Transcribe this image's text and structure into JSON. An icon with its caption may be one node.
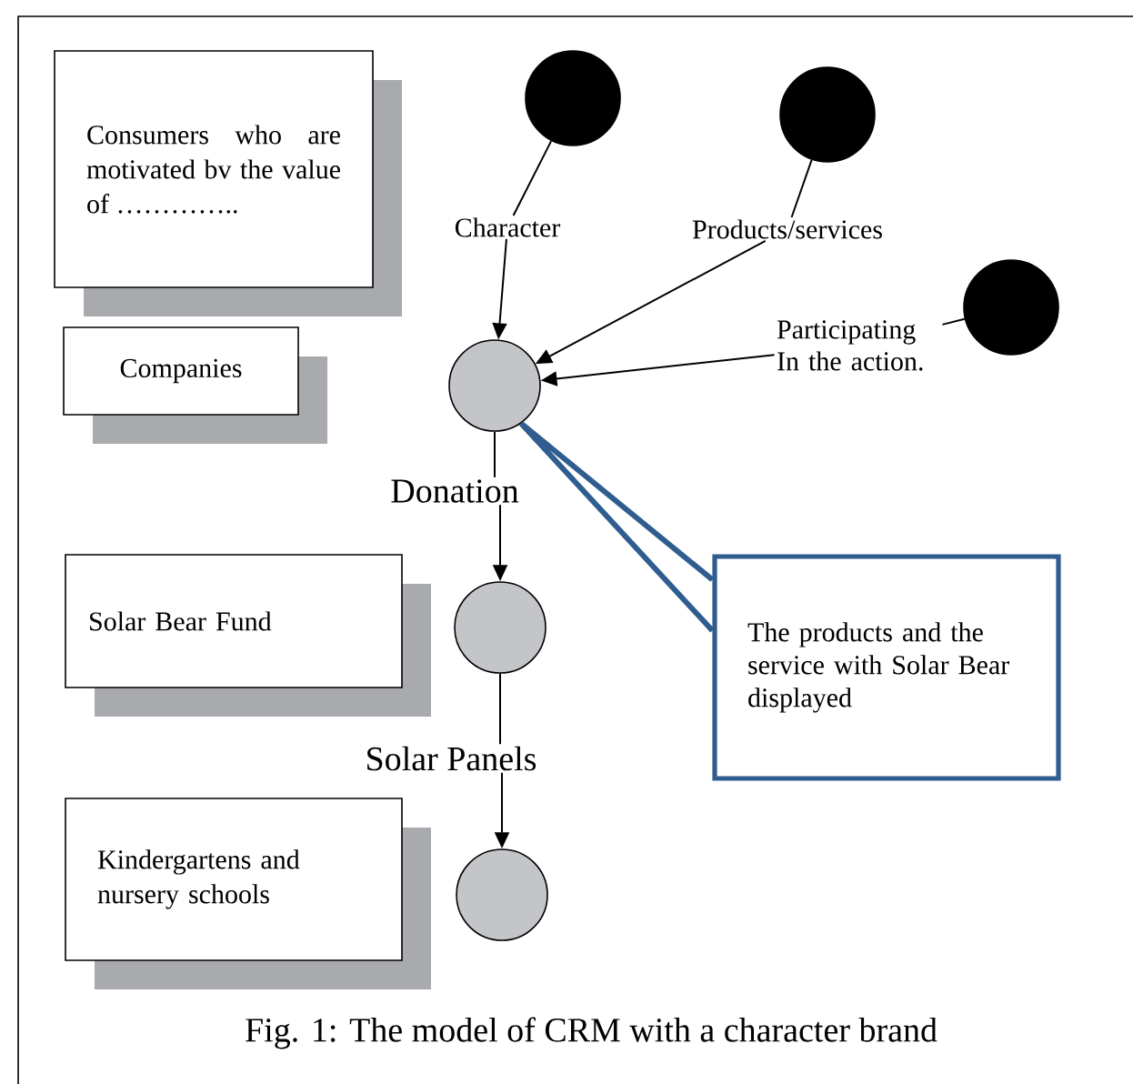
{
  "diagram": {
    "caption": "Fig. 1: The model of CRM with a character brand",
    "nodes": [
      {
        "text": [
          "Consumers who are motivated bv the value of ………….."
        ]
      },
      {
        "text": [
          "Companies"
        ]
      },
      {
        "text": [
          "Solar Bear Fund"
        ]
      },
      {
        "text": [
          "Kindergartens and nursery schools"
        ]
      },
      {
        "text": [],
        "shape": "circle"
      },
      {
        "text": [],
        "shape": "circle"
      },
      {
        "text": [],
        "shape": "circle"
      },
      {
        "text": [
          "Character"
        ]
      },
      {
        "text": [
          "Products/services"
        ]
      },
      {
        "text": [
          "Participating In the action."
        ]
      },
      {
        "text": [],
        "shape": "circle"
      },
      {
        "text": [
          "Donation"
        ]
      },
      {
        "text": [],
        "shape": "circle"
      },
      {
        "text": [
          "Solar Panels"
        ]
      },
      {
        "text": [],
        "shape": "circle"
      },
      {
        "text": [
          "The products and the service with Solar Bear displayed"
        ]
      }
    ],
    "edges": [
      {
        "from": 4,
        "to": 7,
        "arrow": "none"
      },
      {
        "from": 5,
        "to": 8,
        "arrow": "none"
      },
      {
        "from": 9,
        "to": 6,
        "arrow": "none"
      },
      {
        "from": 7,
        "to": 10,
        "arrow": "to"
      },
      {
        "from": 8,
        "to": 10,
        "arrow": "to"
      },
      {
        "from": 9,
        "to": 10,
        "arrow": "to"
      },
      {
        "from": 10,
        "to": 11,
        "arrow": "none"
      },
      {
        "from": 11,
        "to": 12,
        "arrow": "to"
      },
      {
        "from": 12,
        "to": 13,
        "arrow": "none"
      },
      {
        "from": 13,
        "to": 14,
        "arrow": "to"
      },
      {
        "from": 15,
        "to": 10,
        "arrow": "none",
        "style": "thick",
        "color": "#2f5d8f"
      }
    ]
  }
}
